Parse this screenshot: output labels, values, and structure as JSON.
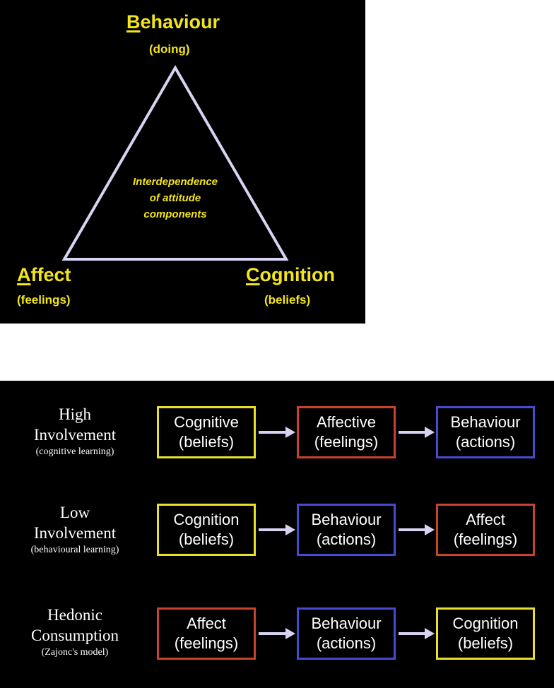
{
  "triangle": {
    "top": {
      "initial": "B",
      "rest": "ehaviour",
      "sub": "(doing)"
    },
    "left": {
      "initial": "A",
      "rest": "ffect",
      "sub": "(feelings)"
    },
    "right": {
      "initial": "C",
      "rest": "ognition",
      "sub": "(beliefs)"
    },
    "center": [
      "Interdependence",
      "of attitude",
      "components"
    ]
  },
  "colors": {
    "yellow": "#e8e02a",
    "red": "#c8432c",
    "blue": "#4a4ad0",
    "line": "#d7d3f2",
    "text_yellow": "#f2e51c"
  },
  "rows": [
    {
      "label": [
        "High",
        "Involvement"
      ],
      "sublabel": "(cognitive learning)",
      "boxes": [
        {
          "line1": "Cognitive",
          "line2": "(beliefs)",
          "color": "yellow"
        },
        {
          "line1": "Affective",
          "line2": "(feelings)",
          "color": "red"
        },
        {
          "line1": "Behaviour",
          "line2": "(actions)",
          "color": "blue"
        }
      ]
    },
    {
      "label": [
        "Low",
        "Involvement"
      ],
      "sublabel": "(behavioural learning)",
      "boxes": [
        {
          "line1": "Cognition",
          "line2": "(beliefs)",
          "color": "yellow"
        },
        {
          "line1": "Behaviour",
          "line2": "(actions)",
          "color": "blue"
        },
        {
          "line1": "Affect",
          "line2": "(feelings)",
          "color": "red"
        }
      ]
    },
    {
      "label": [
        "Hedonic",
        "Consumption"
      ],
      "sublabel": "(Zajonc's model)",
      "boxes": [
        {
          "line1": "Affect",
          "line2": "(feelings)",
          "color": "red"
        },
        {
          "line1": "Behaviour",
          "line2": "(actions)",
          "color": "blue"
        },
        {
          "line1": "Cognition",
          "line2": "(beliefs)",
          "color": "yellow"
        }
      ]
    }
  ]
}
